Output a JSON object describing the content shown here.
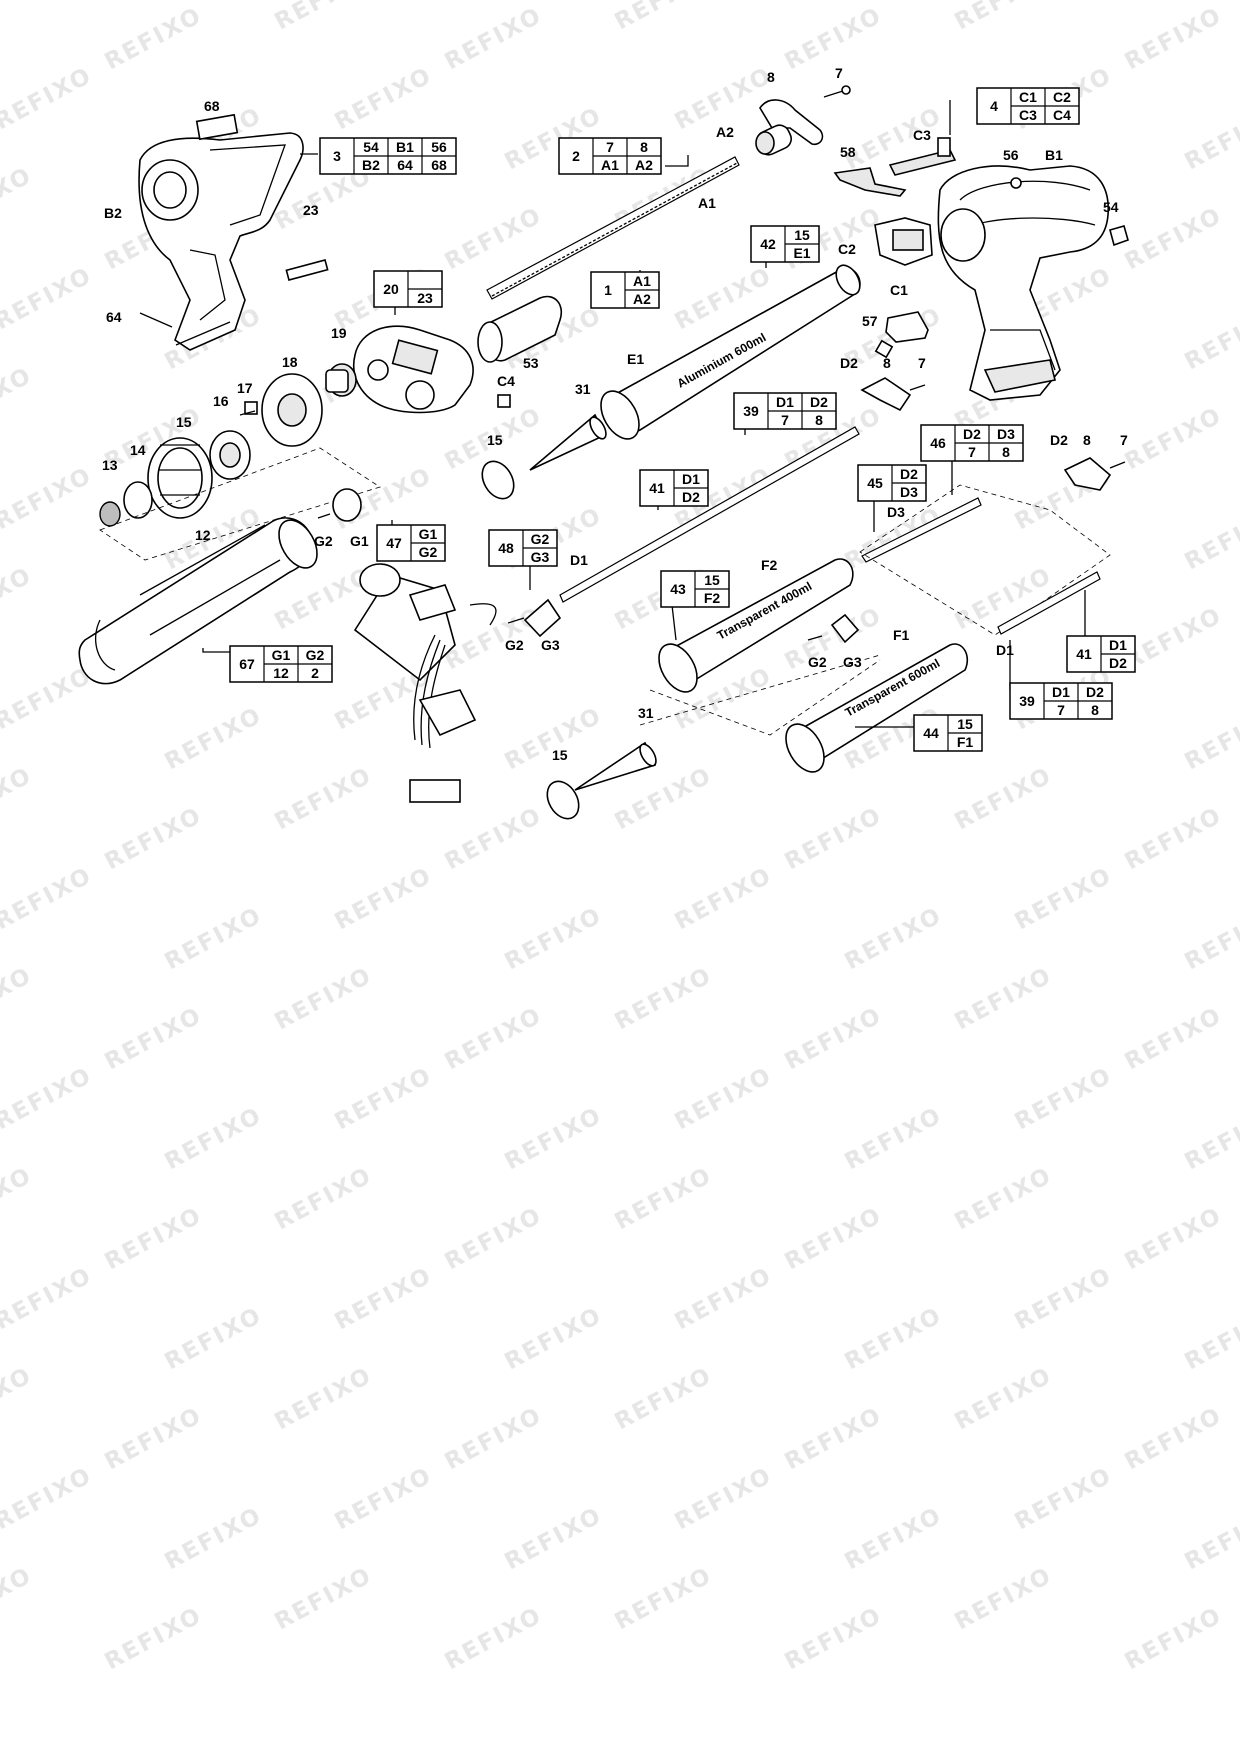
{
  "watermark": "REFIXO",
  "part_labels": {
    "p68": "68",
    "p3": "3",
    "pB2": "B2",
    "p23": "23",
    "p64": "64",
    "p20": "20",
    "p19": "19",
    "p18": "18",
    "p17": "17",
    "p16": "16",
    "p15a": "15",
    "p14": "14",
    "p13": "13",
    "p12": "12",
    "pG2a": "G2",
    "pG1a": "G1",
    "p53": "53",
    "pC4": "C4",
    "p8a": "8",
    "p7a": "7",
    "pA2": "A2",
    "pA1": "A1",
    "p58": "58",
    "pC3": "C3",
    "p56": "56",
    "pB1": "B1",
    "p54": "54",
    "pC2": "C2",
    "pC1": "C1",
    "p57": "57",
    "pE1": "E1",
    "p31a": "31",
    "p15b": "15",
    "pD2a": "D2",
    "p8b": "8",
    "p7b": "7",
    "pD2b": "D2",
    "p8c": "8",
    "p7c": "7",
    "pD3": "D3",
    "pD1a": "D1",
    "pF2": "F2",
    "pG2b": "G2",
    "pG3a": "G3",
    "pG2c": "G2",
    "pG3b": "G3",
    "pF1": "F1",
    "pD1b": "D1",
    "p31b": "31",
    "p15c": "15"
  },
  "kit_boxes": {
    "k3": {
      "num": "3",
      "row1": [
        "54",
        "B1",
        "56"
      ],
      "row2": [
        "B2",
        "64",
        "68"
      ]
    },
    "k2": {
      "num": "2",
      "row1": [
        "7",
        "8"
      ],
      "row2": [
        "A1",
        "A2"
      ]
    },
    "k4": {
      "num": "4",
      "row1": [
        "C1",
        "C2"
      ],
      "row2": [
        "C3",
        "C4"
      ]
    },
    "k20": {
      "num": "20",
      "row1": [
        ""
      ],
      "row2": [
        "23"
      ]
    },
    "k1": {
      "num": "1",
      "row1": [
        "A1"
      ],
      "row2": [
        "A2"
      ]
    },
    "k42": {
      "num": "42",
      "row1": [
        "15"
      ],
      "row2": [
        "E1"
      ]
    },
    "k39a": {
      "num": "39",
      "row1": [
        "D1",
        "D2"
      ],
      "row2": [
        "7",
        "8"
      ]
    },
    "k46": {
      "num": "46",
      "row1": [
        "D2",
        "D3"
      ],
      "row2": [
        "7",
        "8"
      ]
    },
    "k41a": {
      "num": "41",
      "row1": [
        "D1"
      ],
      "row2": [
        "D2"
      ]
    },
    "k45": {
      "num": "45",
      "row1": [
        "D2"
      ],
      "row2": [
        "D3"
      ]
    },
    "k47": {
      "num": "47",
      "row1": [
        "G1"
      ],
      "row2": [
        "G2"
      ]
    },
    "k48": {
      "num": "48",
      "row1": [
        "G2"
      ],
      "row2": [
        "G3"
      ]
    },
    "k43": {
      "num": "43",
      "row1": [
        "15"
      ],
      "row2": [
        "F2"
      ]
    },
    "k67": {
      "num": "67",
      "row1": [
        "G1",
        "G2"
      ],
      "row2": [
        "12",
        "2"
      ]
    },
    "k41b": {
      "num": "41",
      "row1": [
        "D1"
      ],
      "row2": [
        "D2"
      ]
    },
    "k39b": {
      "num": "39",
      "row1": [
        "D1",
        "D2"
      ],
      "row2": [
        "7",
        "8"
      ]
    },
    "k44": {
      "num": "44",
      "row1": [
        "15"
      ],
      "row2": [
        "F1"
      ]
    }
  },
  "tube_labels": {
    "aluminium": "Aluminium 600ml",
    "transparent400": "Transparent 400ml",
    "transparent600": "Transparent 600ml"
  }
}
